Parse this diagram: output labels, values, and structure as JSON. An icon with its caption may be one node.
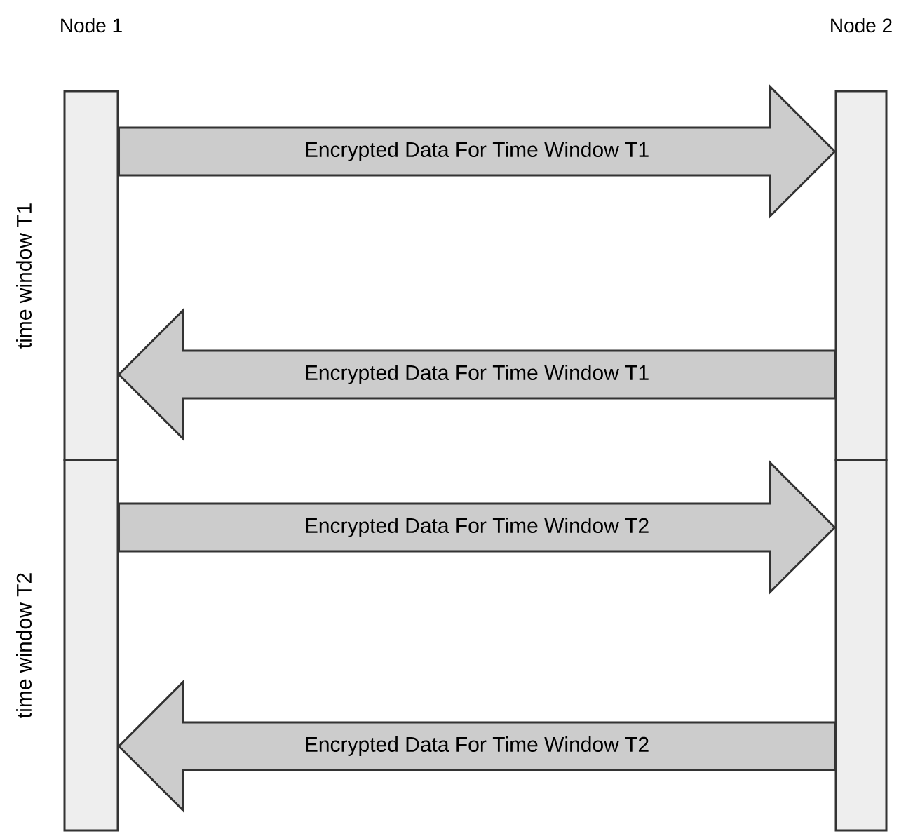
{
  "diagram": {
    "nodes": [
      {
        "text": [
          "Node 1"
        ],
        "beside": [
          "time window T1"
        ]
      },
      {
        "text": [],
        "shape": "bar",
        "beside": [
          "time window T2"
        ]
      },
      {
        "text": [
          "Node 2"
        ]
      },
      {
        "text": [],
        "shape": "bar"
      }
    ],
    "edges": [
      {
        "from": 0,
        "to": 2,
        "arrow": "to",
        "label": "Encrypted Data For Time Window T1"
      },
      {
        "from": 2,
        "to": 0,
        "arrow": "to",
        "label": "Encrypted Data For Time Window T1"
      },
      {
        "from": 1,
        "to": 3,
        "arrow": "to",
        "label": "Encrypted Data For Time Window T2"
      },
      {
        "from": 3,
        "to": 1,
        "arrow": "to",
        "label": "Encrypted Data For Time Window T2"
      }
    ]
  }
}
